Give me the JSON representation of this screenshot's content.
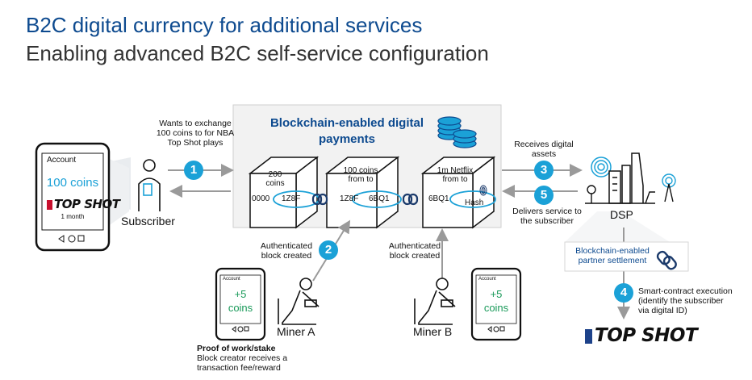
{
  "title": "B2C digital currency for additional services",
  "subtitle": "Enabling advanced B2C self-service configuration",
  "center": {
    "heading": "Blockchain-enabled digital payments",
    "blocks": [
      {
        "top": "200 coins",
        "left": "0000",
        "right": "1Z8F"
      },
      {
        "top": "100 coins from to",
        "left": "1Z8F",
        "right": "6BQ1"
      },
      {
        "top": "1m Netflix from to",
        "left": "6BQ1",
        "right": "Hash"
      }
    ]
  },
  "subscriber": {
    "label": "Subscriber",
    "phone": {
      "account": "Account",
      "coins": "100 coins",
      "brand": "TOP SHOT",
      "period": "1 month"
    },
    "note": "Wants to exchange 100 coins to for NBA Top Shot plays"
  },
  "steps": [
    {
      "n": "1",
      "text": ""
    },
    {
      "n": "2",
      "text": "Authenticated block created"
    },
    {
      "n": "3",
      "text": "Receives digital assets"
    },
    {
      "n": "4",
      "text": "Smart-contract execution (identify the subscriber via digital ID)"
    },
    {
      "n": "5",
      "text": "Delivers service to the subscriber"
    }
  ],
  "miner_a": {
    "label": "Miner A",
    "phone": {
      "account": "Account",
      "coins": "+5 coins"
    },
    "proof_title": "Proof of work/stake",
    "proof_text": "Block creator receives a transaction fee/reward"
  },
  "miner_b": {
    "label": "Miner B",
    "auth": "Authenticated block created",
    "phone": {
      "account": "Account",
      "coins": "+5 coins"
    }
  },
  "dsp": {
    "label": "DSP"
  },
  "settlement": "Blockchain-enabled partner settlement",
  "brand_bottom": "TOP SHOT",
  "colors": {
    "title": "#0d4a8f",
    "accent": "#1ba1d7",
    "arrow": "#9a9a9a",
    "box": "#f2f2f2"
  }
}
